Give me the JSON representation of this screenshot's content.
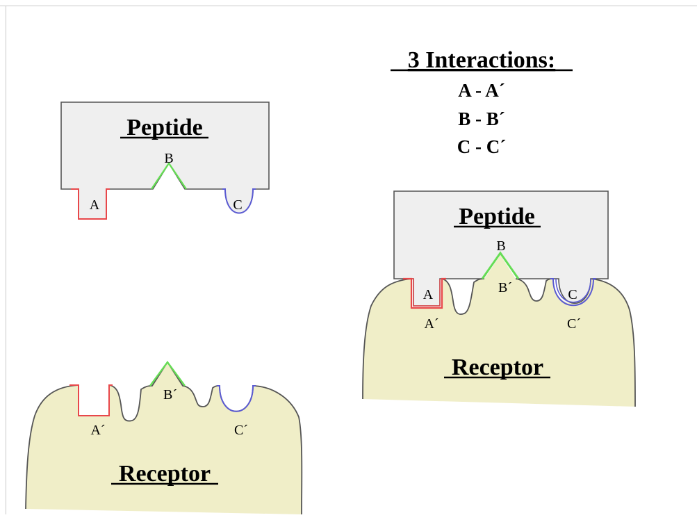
{
  "title": "3 Interactions:",
  "pairs": [
    "A - A´",
    "B - B´",
    "C - C´"
  ],
  "separate": {
    "peptide_label": "Peptide",
    "receptor_label": "Receptor",
    "peptide_sites": {
      "a": "A",
      "b": "B",
      "c": "C"
    },
    "receptor_sites": {
      "a": "A´",
      "b": "B´",
      "c": "C´"
    }
  },
  "bound": {
    "peptide_label": "Peptide",
    "receptor_label": "Receptor",
    "peptide_sites": {
      "a": "A",
      "b": "B",
      "c": "C"
    },
    "receptor_sites": {
      "a": "A´",
      "b": "B´",
      "c": "C´"
    }
  },
  "colors": {
    "peptide_fill": "#efefef",
    "receptor_fill": "#f0eec8",
    "outline": "#555555",
    "site_a": "#e8474a",
    "site_b": "#66dd55",
    "site_c": "#5a5ad2"
  }
}
